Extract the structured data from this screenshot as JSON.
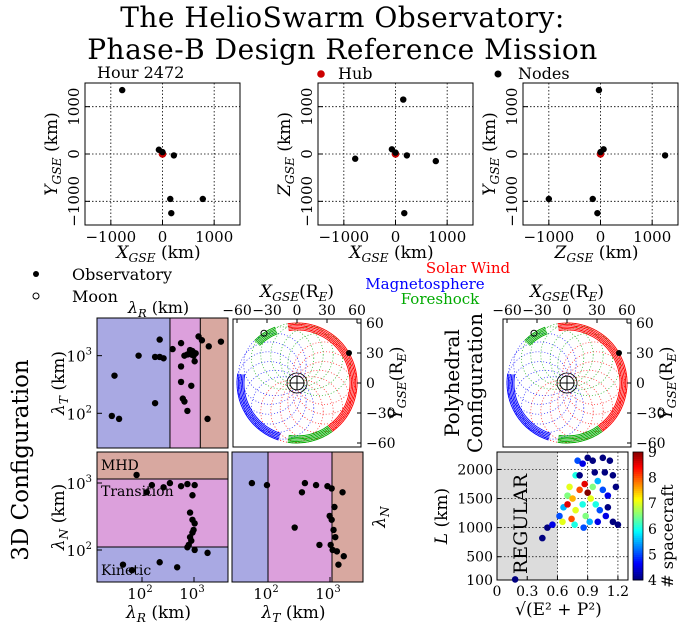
{
  "title_line1": "The HelioSwarm Observatory:",
  "title_line2": "Phase-B Design Reference Mission",
  "hour_label": "Hour 2472",
  "chart_data": [
    {
      "type": "scatter",
      "id": "xy",
      "xlabel": "X_GSE (km)",
      "ylabel": "Y_GSE (km)",
      "xlim": [
        -1500,
        1500
      ],
      "ylim": [
        -1500,
        1500
      ],
      "xticks": [
        -1000,
        0,
        1000
      ],
      "yticks": [
        -1000,
        0,
        1000
      ],
      "grid": true,
      "series": [
        {
          "name": "Hub",
          "color": "#cc0000",
          "points": [
            [
              0,
              0
            ]
          ]
        },
        {
          "name": "Nodes",
          "color": "#000000",
          "points": [
            [
              -780,
              1350
            ],
            [
              -70,
              90
            ],
            [
              0,
              40
            ],
            [
              220,
              -30
            ],
            [
              150,
              -950
            ],
            [
              780,
              -950
            ],
            [
              170,
              -1250
            ]
          ]
        }
      ]
    },
    {
      "type": "scatter",
      "id": "xz",
      "xlabel": "X_GSE (km)",
      "ylabel": "Z_GSE (km)",
      "xlim": [
        -1500,
        1500
      ],
      "ylim": [
        -1500,
        1500
      ],
      "xticks": [
        -1000,
        0,
        1000
      ],
      "yticks": [
        -1000,
        0,
        1000
      ],
      "grid": true,
      "series": [
        {
          "name": "Hub",
          "color": "#cc0000",
          "points": [
            [
              0,
              0
            ]
          ]
        },
        {
          "name": "Nodes",
          "color": "#000000",
          "points": [
            [
              -780,
              -100
            ],
            [
              -70,
              100
            ],
            [
              0,
              30
            ],
            [
              220,
              -30
            ],
            [
              150,
              1150
            ],
            [
              780,
              -150
            ],
            [
              170,
              -1250
            ]
          ]
        }
      ]
    },
    {
      "type": "scatter",
      "id": "zy",
      "xlabel": "Z_GSE (km)",
      "ylabel": "Y_GSE (km)",
      "xlim": [
        -1500,
        1500
      ],
      "ylim": [
        -1500,
        1500
      ],
      "xticks": [
        -1000,
        0,
        1000
      ],
      "yticks": [
        -1000,
        0,
        1000
      ],
      "grid": true,
      "series": [
        {
          "name": "Hub",
          "color": "#cc0000",
          "points": [
            [
              0,
              0
            ]
          ]
        },
        {
          "name": "Nodes",
          "color": "#000000",
          "points": [
            [
              -30,
              1350
            ],
            [
              60,
              100
            ],
            [
              0,
              40
            ],
            [
              1250,
              -30
            ],
            [
              -150,
              -950
            ],
            [
              -1000,
              -950
            ],
            [
              -60,
              -1250
            ]
          ]
        }
      ]
    },
    {
      "type": "scatter",
      "id": "lambda_rt",
      "xlabel": "λR (km)",
      "ylabel": "λT (km)",
      "log": true,
      "xticks": [
        "10^2",
        "10^3"
      ],
      "yticks": [
        "10^2",
        "10^3"
      ],
      "regions": [
        {
          "label": "Kinetic",
          "color": "#a9a9e3"
        },
        {
          "label": "Transition",
          "color": "#dca0dc"
        },
        {
          "label": "MHD",
          "color": "#d8a8a0"
        }
      ],
      "points": [
        [
          300,
          1900
        ],
        [
          500,
          1300
        ],
        [
          700,
          1650
        ],
        [
          1600,
          1850
        ],
        [
          1400,
          2150
        ],
        [
          2100,
          1450
        ],
        [
          3400,
          1750
        ],
        [
          300,
          950
        ],
        [
          800,
          1000
        ],
        [
          130,
          1000
        ],
        [
          250,
          950
        ],
        [
          350,
          900
        ],
        [
          900,
          1050
        ],
        [
          1150,
          1000
        ],
        [
          700,
          650
        ],
        [
          1200,
          800
        ],
        [
          1250,
          1100
        ],
        [
          1100,
          1200
        ],
        [
          1000,
          1250
        ],
        [
          1050,
          1050
        ],
        [
          50,
          450
        ],
        [
          700,
          350
        ],
        [
          750,
          180
        ],
        [
          1050,
          300
        ],
        [
          45,
          90
        ],
        [
          60,
          80
        ],
        [
          250,
          150
        ],
        [
          800,
          160
        ],
        [
          900,
          110
        ],
        [
          2000,
          80
        ]
      ]
    },
    {
      "type": "scatter",
      "id": "lambda_rn",
      "xlabel": "λR (km)",
      "ylabel": "λN (km)",
      "log": true,
      "xticks": [
        "10^2",
        "10^3"
      ],
      "yticks": [
        "10^2",
        "10^3"
      ],
      "region_labels": [
        "MHD",
        "Transition",
        "Kinetic"
      ],
      "points": [
        [
          120,
          1800
        ],
        [
          220,
          1200
        ],
        [
          350,
          1100
        ],
        [
          450,
          1300
        ],
        [
          700,
          1150
        ],
        [
          900,
          1250
        ],
        [
          1200,
          1200
        ],
        [
          1100,
          800
        ],
        [
          180,
          900
        ],
        [
          1000,
          400
        ],
        [
          1100,
          300
        ],
        [
          1150,
          200
        ],
        [
          1200,
          260
        ],
        [
          1000,
          150
        ],
        [
          950,
          110
        ],
        [
          1050,
          130
        ],
        [
          900,
          100
        ],
        [
          1200,
          90
        ],
        [
          70,
          50
        ],
        [
          300,
          55
        ],
        [
          600,
          45
        ],
        [
          2000,
          80
        ],
        [
          100,
          40
        ],
        [
          1100,
          180
        ]
      ]
    },
    {
      "type": "scatter",
      "id": "lambda_tn",
      "xlabel": "λT (km)",
      "ylabel": "λN (km)",
      "log": true,
      "xticks": [
        "10^2",
        "10^3"
      ],
      "points": [
        [
          55,
          1300
        ],
        [
          100,
          1200
        ],
        [
          400,
          900
        ],
        [
          450,
          1300
        ],
        [
          700,
          1200
        ],
        [
          1100,
          1150
        ],
        [
          1300,
          1050
        ],
        [
          1200,
          350
        ],
        [
          1300,
          300
        ],
        [
          1400,
          200
        ],
        [
          1500,
          150
        ],
        [
          1250,
          110
        ],
        [
          1350,
          90
        ],
        [
          1600,
          85
        ],
        [
          2100,
          70
        ],
        [
          300,
          220
        ],
        [
          800,
          110
        ],
        [
          1700,
          50
        ],
        [
          2000,
          900
        ],
        [
          1450,
          500
        ]
      ]
    },
    {
      "type": "line",
      "id": "orbit3d",
      "xlabel": "X_GSE(R_E)",
      "ylabel": "Y_GSE(R_E)",
      "xticks": [
        -60,
        -30,
        0,
        30,
        60
      ],
      "yticks": [
        60,
        30,
        0,
        -30,
        -60
      ],
      "legend": [
        {
          "label": "Solar Wind",
          "color": "#ff0000"
        },
        {
          "label": "Magnetosphere",
          "color": "#0000ff"
        },
        {
          "label": "Foreshock",
          "color": "#00aa00"
        }
      ]
    },
    {
      "type": "line",
      "id": "orbit_poly",
      "xlabel": "X_GSE(R_E)",
      "ylabel": "Y_GSE(R_E)",
      "xticks": [
        -60,
        -30,
        0,
        30,
        60
      ],
      "yticks": [
        60,
        30,
        0,
        -30,
        -60
      ]
    },
    {
      "type": "scatter",
      "id": "LEP",
      "xlabel": "√(E² + P²)",
      "ylabel": "L (km)",
      "xlim": [
        0,
        1.3
      ],
      "ylim": [
        100,
        2300
      ],
      "xticks": [
        0,
        0.3,
        0.6,
        0.9,
        1.2
      ],
      "yticks": [
        100,
        500,
        1000,
        1500,
        2000
      ],
      "shade_label": "REGULAR",
      "colorbar": {
        "label": "# spacecraft",
        "min": 4,
        "max": 9,
        "ticks": [
          4,
          5,
          6,
          7,
          8,
          9
        ]
      },
      "points": [
        [
          0.18,
          110,
          4
        ],
        [
          0.45,
          820,
          4
        ],
        [
          0.5,
          1000,
          4
        ],
        [
          0.62,
          1200,
          5
        ],
        [
          0.55,
          1050,
          4.5
        ],
        [
          0.66,
          1350,
          5.5
        ],
        [
          0.7,
          1550,
          6.5
        ],
        [
          0.72,
          1700,
          7
        ],
        [
          0.75,
          1500,
          7.5
        ],
        [
          0.78,
          1900,
          6
        ],
        [
          0.8,
          2150,
          5
        ],
        [
          0.85,
          2100,
          4.5
        ],
        [
          0.9,
          2200,
          4
        ],
        [
          0.95,
          2150,
          4
        ],
        [
          1.05,
          2200,
          4
        ],
        [
          1.12,
          2150,
          4
        ],
        [
          0.82,
          1650,
          8
        ],
        [
          0.87,
          1750,
          8.5
        ],
        [
          0.9,
          1600,
          9
        ],
        [
          0.93,
          1500,
          7
        ],
        [
          0.85,
          1400,
          6
        ],
        [
          0.95,
          1700,
          6.5
        ],
        [
          1.0,
          1800,
          5.5
        ],
        [
          1.05,
          1650,
          5
        ],
        [
          1.1,
          1550,
          4.5
        ],
        [
          0.98,
          1400,
          6
        ],
        [
          1.02,
          1300,
          5
        ],
        [
          1.08,
          1200,
          4.5
        ],
        [
          1.15,
          1100,
          4
        ],
        [
          0.78,
          1300,
          7
        ],
        [
          0.74,
          1150,
          8
        ],
        [
          0.88,
          1200,
          6.5
        ],
        [
          0.92,
          1100,
          5.5
        ],
        [
          1.0,
          1100,
          4.5
        ],
        [
          1.1,
          1350,
          4
        ],
        [
          1.15,
          1900,
          4
        ],
        [
          1.18,
          1700,
          4
        ],
        [
          0.7,
          1400,
          8.5
        ],
        [
          0.82,
          1900,
          4
        ],
        [
          0.97,
          1950,
          4
        ],
        [
          1.07,
          1950,
          4
        ],
        [
          0.77,
          1050,
          6
        ],
        [
          0.86,
          1000,
          5
        ],
        [
          1.2,
          1050,
          4
        ],
        [
          0.65,
          1100,
          7
        ]
      ]
    }
  ],
  "labels": {
    "hub": "Hub",
    "nodes": "Nodes",
    "observatory": "Observatory",
    "moon": "Moon",
    "config_3d": "3D Configuration",
    "polyhedral1": "Polyhedral",
    "polyhedral2": "Configuration"
  }
}
